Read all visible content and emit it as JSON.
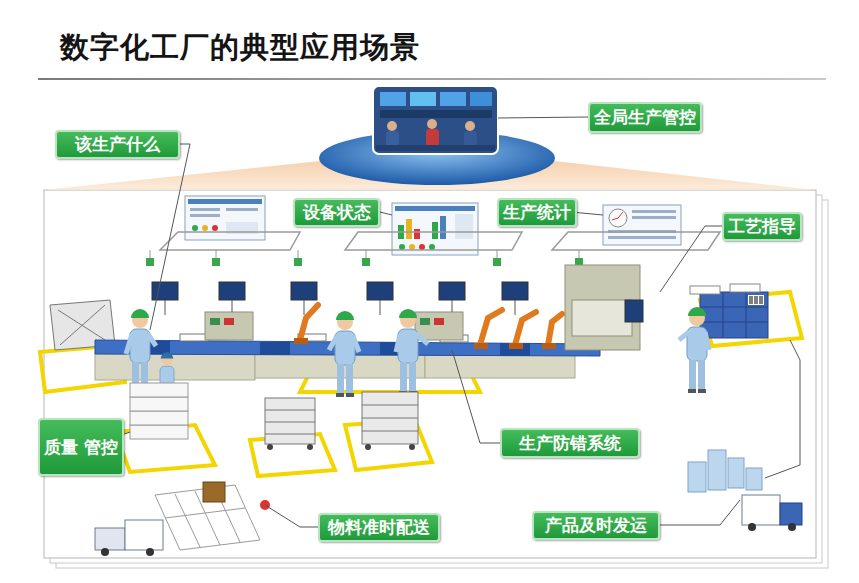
{
  "diagram": {
    "title": "数字化工厂的典型应用场景",
    "nodes": [
      {
        "text": [
          "全局生产管控"
        ]
      },
      {
        "text": [
          "该生产什么"
        ]
      },
      {
        "text": [
          "设备状态"
        ]
      },
      {
        "text": [
          "生产统计"
        ]
      },
      {
        "text": [
          "工艺指导"
        ]
      },
      {
        "text": [
          "质量 管控"
        ]
      },
      {
        "text": [
          "生产防错系统"
        ]
      },
      {
        "text": [
          "物料准时配送"
        ]
      },
      {
        "text": [
          "产品及时发运"
        ]
      }
    ]
  }
}
